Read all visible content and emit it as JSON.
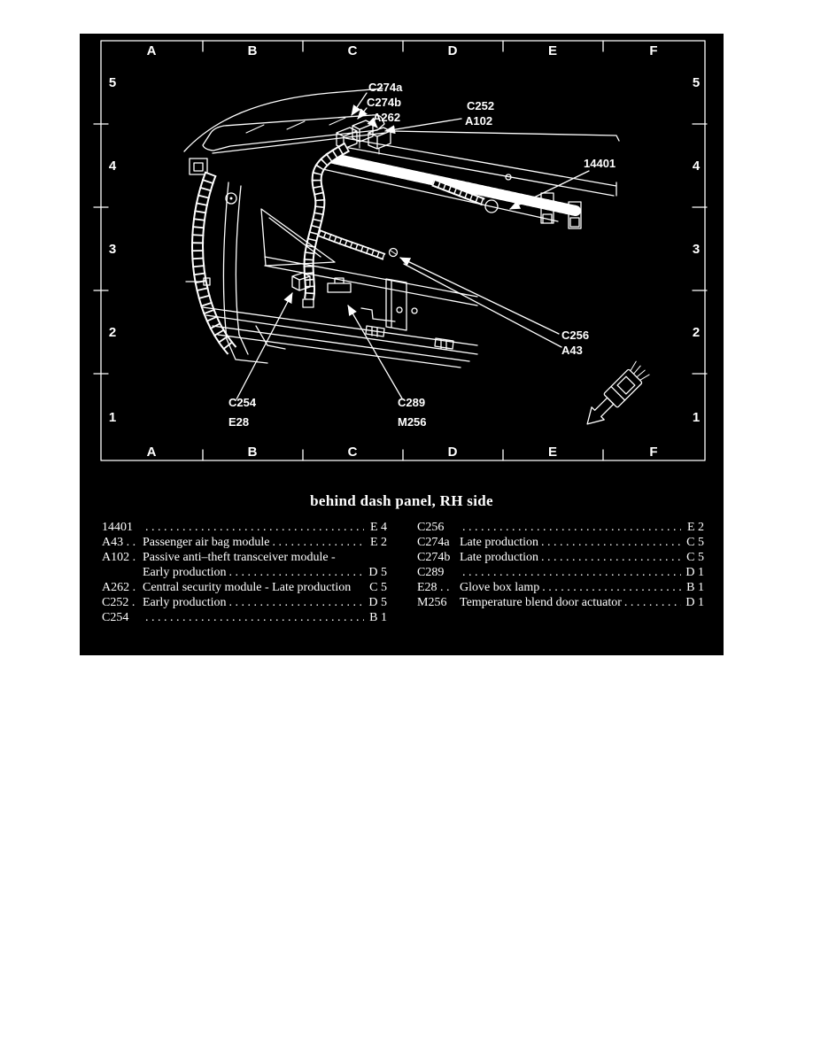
{
  "figure": {
    "caption": "behind dash panel, RH side",
    "grid": {
      "columns": [
        "A",
        "B",
        "C",
        "D",
        "E",
        "F"
      ],
      "rows": [
        "5",
        "4",
        "3",
        "2",
        "1"
      ]
    },
    "callouts": {
      "c274a": "C274a",
      "c274b": "C274b",
      "a262": "A262",
      "c252": "C252",
      "a102": "A102",
      "p14401": "14401",
      "c256": "C256",
      "a43": "A43",
      "c254": "C254",
      "e28": "E28",
      "c289": "C289",
      "m256": "M256"
    },
    "legend": {
      "dots": ". . . . . . . . . . . . . . . . . . . . . . . . . . . . . . . . . . . . . . . . . . . . . . . .",
      "left": [
        {
          "code": "14401",
          "desc": "",
          "ref": "E 4"
        },
        {
          "code": "A43 . .",
          "desc": "Passenger air bag module",
          "ref": "E 2"
        },
        {
          "code": "A102 .",
          "desc": "Passive anti–theft transceiver module -",
          "ref": ""
        },
        {
          "code": "",
          "desc": "Early production",
          "ref": "D 5"
        },
        {
          "code": "A262 .",
          "desc": "Central security module - Late production",
          "ref": "C 5"
        },
        {
          "code": "C252 .",
          "desc": "Early production",
          "ref": "D 5"
        },
        {
          "code": "C254",
          "desc": "",
          "ref": "B 1"
        }
      ],
      "right": [
        {
          "code": "C256",
          "desc": "",
          "ref": "E 2"
        },
        {
          "code": "C274a",
          "desc": "Late production",
          "ref": "C 5"
        },
        {
          "code": "C274b",
          "desc": "Late production",
          "ref": "C 5"
        },
        {
          "code": "C289",
          "desc": "",
          "ref": "D 1"
        },
        {
          "code": "E28 . .",
          "desc": "Glove box lamp",
          "ref": "B 1"
        },
        {
          "code": "M256",
          "desc": "Temperature blend door actuator",
          "ref": "D 1"
        }
      ]
    },
    "colors": {
      "page_bg": "#ffffff",
      "panel_bg": "#000000",
      "ink": "#ffffff"
    }
  }
}
